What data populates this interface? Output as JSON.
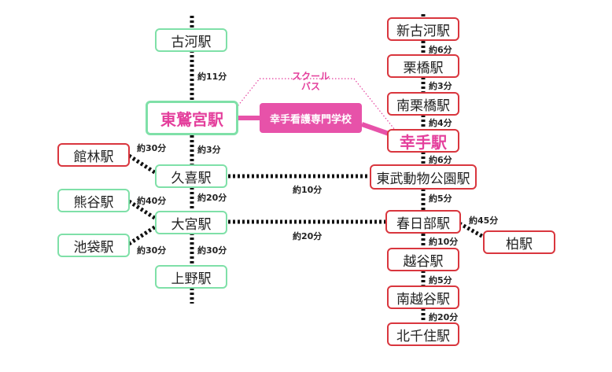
{
  "stations": {
    "koga": "古河駅",
    "higashiwashinomiya": "東鷲宮駅",
    "tatebayashi": "館林駅",
    "kuki": "久喜駅",
    "kumagaya": "熊谷駅",
    "omiya": "大宮駅",
    "ikebukuro": "池袋駅",
    "ueno": "上野駅",
    "shinkoga": "新古河駅",
    "kurihashi": "栗橋駅",
    "minamikurihashi": "南栗橋駅",
    "satte": "幸手駅",
    "tobudobutsukoen": "東武動物公園駅",
    "kasukabe": "春日部駅",
    "kashiwa": "柏駅",
    "koshigaya": "越谷駅",
    "minamikoshigaya": "南越谷駅",
    "kitasenju": "北千住駅"
  },
  "times": {
    "koga_hw": "約11分",
    "hw_kuki": "約3分",
    "tatebayashi_kuki": "約30分",
    "kuki_omiya": "約20分",
    "kumagaya_omiya": "約40分",
    "ikebukuro_omiya": "約30分",
    "omiya_ueno": "約30分",
    "kuki_tobu": "約10分",
    "omiya_kasukabe": "約20分",
    "shinkoga_kurihashi": "約6分",
    "kurihashi_minamikurihashi": "約3分",
    "minamikurihashi_satte": "約4分",
    "satte_tobu": "約6分",
    "tobu_kasukabe": "約5分",
    "kasukabe_kashiwa": "約45分",
    "kasukabe_koshigaya": "約10分",
    "koshigaya_minamikoshigaya": "約5分",
    "minamikoshigaya_kitasenju": "約20分"
  },
  "bus": {
    "label": "スクール\nバス",
    "school": "幸手看護専門学校"
  },
  "colors": {
    "jr_border": "#7fe0a8",
    "tobu_border": "#d9363e",
    "highlight": "#e43f9c",
    "bus_fill": "#e752a9",
    "track": "#111111"
  }
}
